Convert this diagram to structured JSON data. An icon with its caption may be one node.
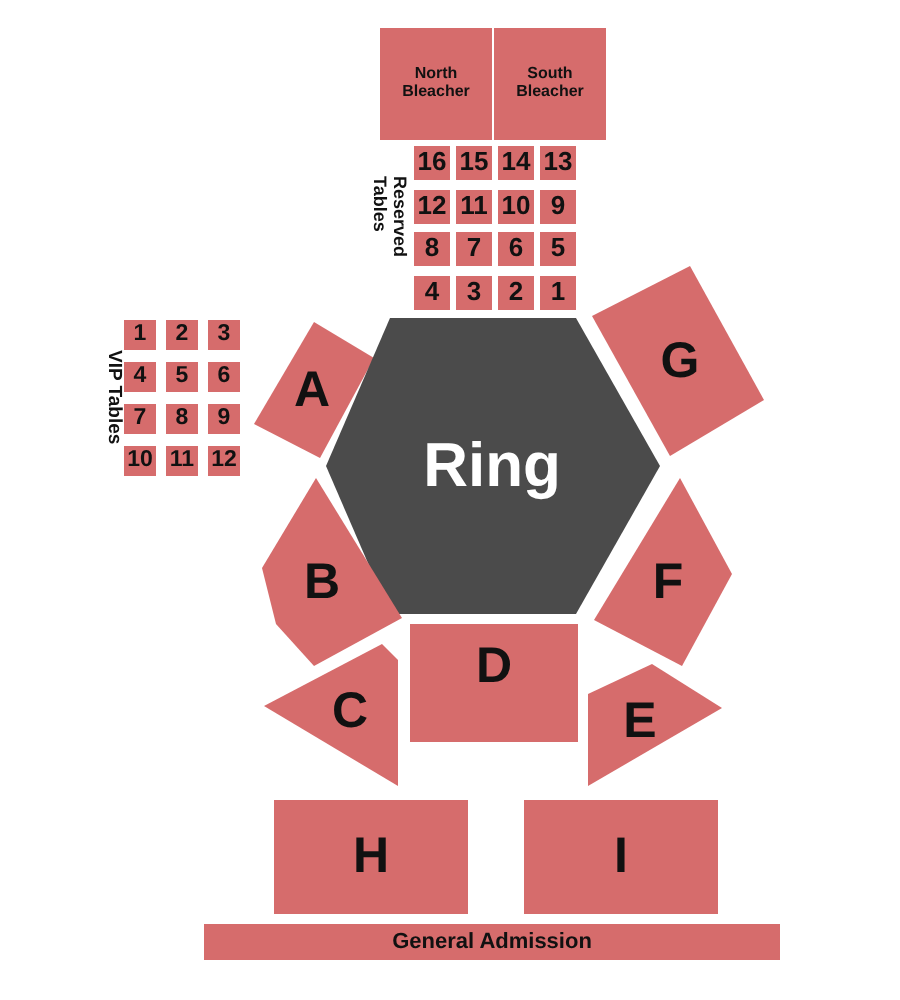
{
  "diagram": {
    "nodes": [
      {
        "text": [
          "North Bleacher"
        ]
      },
      {
        "text": [
          "South Bleacher"
        ]
      },
      {
        "text": [
          "16"
        ]
      },
      {
        "text": [
          "15"
        ]
      },
      {
        "text": [
          "14"
        ]
      },
      {
        "text": [
          "13"
        ]
      },
      {
        "text": [
          "12"
        ]
      },
      {
        "text": [
          "11"
        ]
      },
      {
        "text": [
          "10"
        ]
      },
      {
        "text": [
          "9"
        ]
      },
      {
        "text": [
          "8"
        ]
      },
      {
        "text": [
          "7"
        ]
      },
      {
        "text": [
          "6"
        ]
      },
      {
        "text": [
          "5"
        ]
      },
      {
        "text": [
          "4"
        ]
      },
      {
        "text": [
          "3"
        ]
      },
      {
        "text": [
          "2"
        ]
      },
      {
        "text": [
          "1"
        ]
      },
      {
        "text": [
          "1"
        ]
      },
      {
        "text": [
          "2"
        ]
      },
      {
        "text": [
          "3"
        ]
      },
      {
        "text": [
          "4"
        ]
      },
      {
        "text": [
          "5"
        ]
      },
      {
        "text": [
          "6"
        ]
      },
      {
        "text": [
          "7"
        ]
      },
      {
        "text": [
          "8"
        ]
      },
      {
        "text": [
          "9"
        ]
      },
      {
        "text": [
          "10"
        ]
      },
      {
        "text": [
          "11"
        ]
      },
      {
        "text": [
          "12"
        ]
      },
      {
        "text": [
          "A"
        ]
      },
      {
        "text": [
          "Ring"
        ]
      },
      {
        "text": [
          "G"
        ]
      },
      {
        "text": [
          "B"
        ]
      },
      {
        "text": [
          "F"
        ]
      },
      {
        "text": [
          "C"
        ]
      },
      {
        "text": [
          "D"
        ]
      },
      {
        "text": [
          "E"
        ]
      },
      {
        "text": [
          "H"
        ]
      },
      {
        "text": [
          "I"
        ]
      },
      {
        "text": [
          "General Admission"
        ]
      }
    ],
    "labels": [
      "Reserved Tables",
      "VIP Tables"
    ]
  }
}
